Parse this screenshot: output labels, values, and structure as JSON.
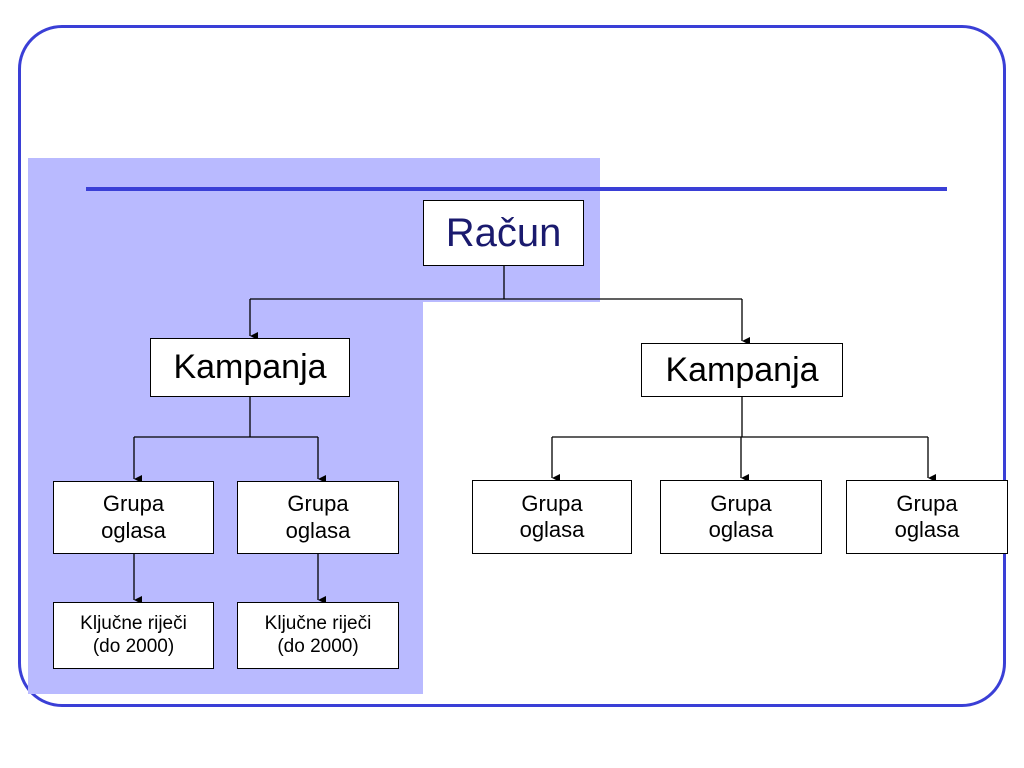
{
  "diagram": {
    "root": {
      "label": "Račun"
    },
    "campaigns": [
      {
        "label": "Kampanja",
        "ad_groups": [
          {
            "label": "Grupa\noglasa",
            "keywords": "Ključne riječi\n(do 2000)"
          },
          {
            "label": "Grupa\noglasa",
            "keywords": "Ključne riječi\n(do 2000)"
          }
        ]
      },
      {
        "label": "Kampanja",
        "ad_groups": [
          {
            "label": "Grupa\noglasa"
          },
          {
            "label": "Grupa\noglasa"
          },
          {
            "label": "Grupa\noglasa"
          }
        ]
      }
    ]
  },
  "colors": {
    "frame": "#3a3fd6",
    "highlight": "#b9baff",
    "rule": "#3a3fd6",
    "root_text": "#1a1a6e"
  }
}
